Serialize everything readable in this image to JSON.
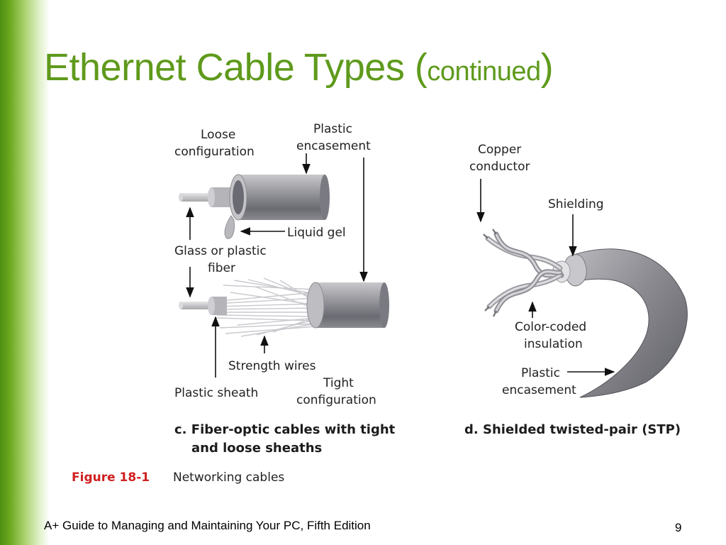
{
  "slide": {
    "title_main": "Ethernet Cable Types (",
    "title_sub": "continued",
    "title_close": ")",
    "footer": "A+ Guide to Managing and Maintaining Your PC, Fifth Edition",
    "page_number": "9"
  },
  "figure": {
    "number": "Figure 18-1",
    "title": "Networking cables",
    "fiber": {
      "label_loose_1": "Loose",
      "label_loose_2": "configuration",
      "label_encasement_1": "Plastic",
      "label_encasement_2": "encasement",
      "label_liquid_gel": "Liquid gel",
      "label_fiber_1": "Glass or plastic",
      "label_fiber_2": "fiber",
      "label_strength": "Strength wires",
      "label_sheath": "Plastic sheath",
      "label_tight_1": "Tight",
      "label_tight_2": "configuration",
      "caption_1": "c. Fiber-optic cables with tight",
      "caption_2": "and loose sheaths"
    },
    "stp": {
      "label_copper_1": "Copper",
      "label_copper_2": "conductor",
      "label_shielding": "Shielding",
      "label_insulation_1": "Color-coded",
      "label_insulation_2": "insulation",
      "label_encasement_1": "Plastic",
      "label_encasement_2": "encasement",
      "caption": "d. Shielded twisted-pair (STP)"
    }
  }
}
